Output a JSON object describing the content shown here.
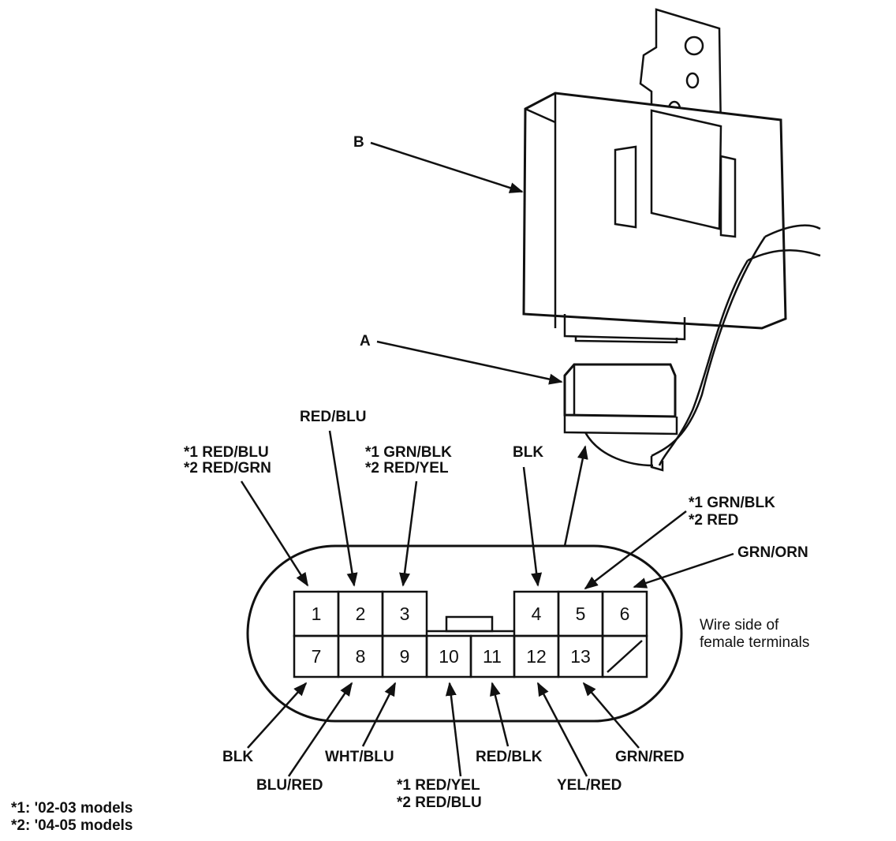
{
  "callouts": {
    "b": "B",
    "a": "A"
  },
  "pins_top": [
    "1",
    "2",
    "3",
    "4",
    "5",
    "6"
  ],
  "pins_bottom": [
    "7",
    "8",
    "9",
    "10",
    "11",
    "12",
    "13"
  ],
  "wires_top": {
    "pin1": [
      "*1 RED/BLU",
      "*2 RED/GRN"
    ],
    "pin2": "RED/BLU",
    "pin3": [
      "*1 GRN/BLK",
      "*2 RED/YEL"
    ],
    "pin4": "BLK",
    "pin5": [
      "*1 GRN/BLK",
      "*2 RED"
    ],
    "pin6": "GRN/ORN"
  },
  "wires_bottom": {
    "pin7": "BLK",
    "pin8": "BLU/RED",
    "pin9": "WHT/BLU",
    "pin10": [
      "*1 RED/YEL",
      "*2 RED/BLU"
    ],
    "pin11": "RED/BLK",
    "pin12": "YEL/RED",
    "pin13": "GRN/RED"
  },
  "connector_note": [
    "Wire side of",
    "female terminals"
  ],
  "footnotes": [
    "*1: '02-03 models",
    "*2: '04-05 models"
  ]
}
